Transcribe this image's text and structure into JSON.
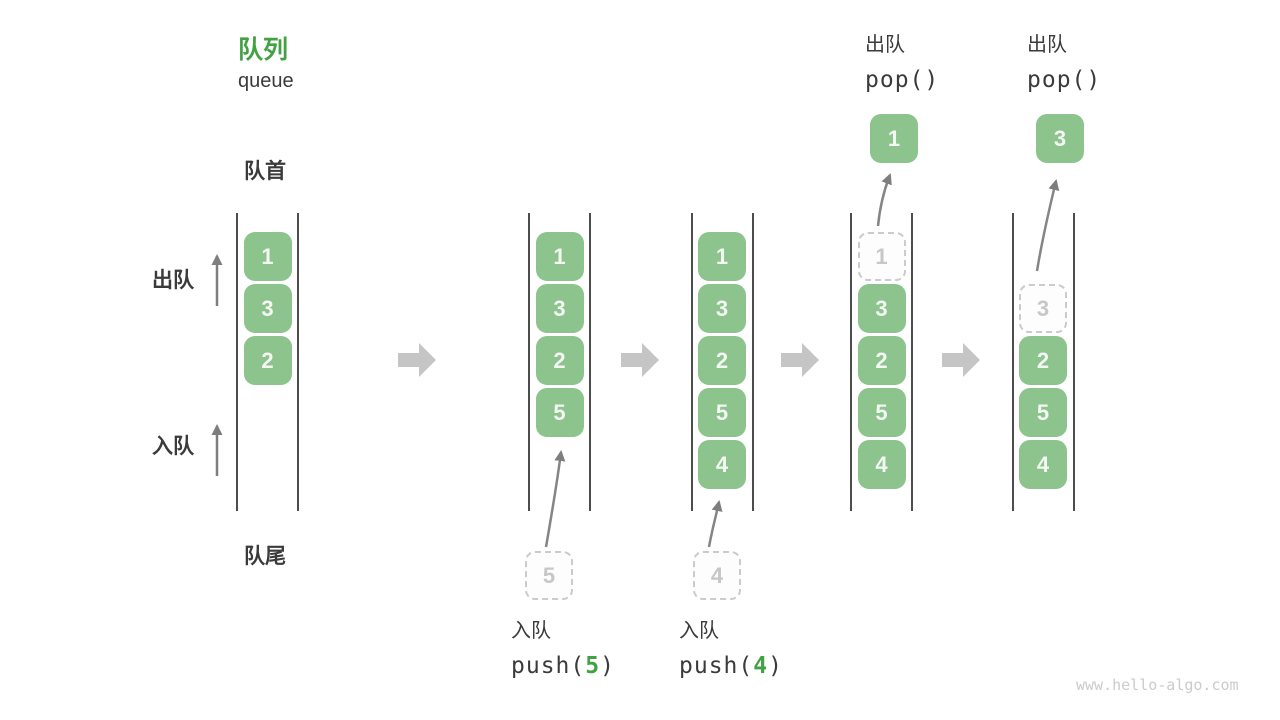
{
  "header": {
    "title": "队列",
    "subtitle": "queue"
  },
  "labels": {
    "front": "队首",
    "rear": "队尾",
    "dequeue": "出队",
    "enqueue": "入队"
  },
  "operations": {
    "push5": {
      "label": "入队",
      "code_open": "push(",
      "arg": "5",
      "code_close": ")"
    },
    "push4": {
      "label": "入队",
      "code_open": "push(",
      "arg": "4",
      "code_close": ")"
    },
    "pop1": {
      "label": "出队",
      "code": "pop()"
    },
    "pop2": {
      "label": "出队",
      "code": "pop()"
    }
  },
  "columns": [
    {
      "state": "initial",
      "slots": [
        {
          "value": "1",
          "style": "filled"
        },
        {
          "value": "3",
          "style": "filled"
        },
        {
          "value": "2",
          "style": "filled"
        },
        {
          "style": "empty"
        },
        {
          "style": "empty"
        }
      ]
    },
    {
      "state": "after-push-5",
      "slots": [
        {
          "value": "1",
          "style": "filled"
        },
        {
          "value": "3",
          "style": "filled"
        },
        {
          "value": "2",
          "style": "filled"
        },
        {
          "value": "5",
          "style": "filled"
        },
        {
          "style": "empty"
        }
      ]
    },
    {
      "state": "after-push-4",
      "slots": [
        {
          "value": "1",
          "style": "filled"
        },
        {
          "value": "3",
          "style": "filled"
        },
        {
          "value": "2",
          "style": "filled"
        },
        {
          "value": "5",
          "style": "filled"
        },
        {
          "value": "4",
          "style": "filled"
        }
      ]
    },
    {
      "state": "pop-1",
      "slots": [
        {
          "value": "1",
          "style": "dashed"
        },
        {
          "value": "3",
          "style": "filled"
        },
        {
          "value": "2",
          "style": "filled"
        },
        {
          "value": "5",
          "style": "filled"
        },
        {
          "value": "4",
          "style": "filled"
        }
      ]
    },
    {
      "state": "pop-3",
      "slots": [
        {
          "style": "empty"
        },
        {
          "value": "3",
          "style": "dashed"
        },
        {
          "value": "2",
          "style": "filled"
        },
        {
          "value": "5",
          "style": "filled"
        },
        {
          "value": "4",
          "style": "filled"
        }
      ]
    }
  ],
  "floating_boxes": [
    {
      "value": "5",
      "style": "dashed",
      "role": "staged-push-5"
    },
    {
      "value": "4",
      "style": "dashed",
      "role": "staged-push-4"
    },
    {
      "value": "1",
      "style": "filled",
      "role": "popped-1"
    },
    {
      "value": "3",
      "style": "filled",
      "role": "popped-3"
    }
  ],
  "footer": {
    "watermark": "www.hello-algo.com"
  },
  "colors": {
    "accent_green": "#42a142",
    "box_green": "#8dc38d",
    "box_text": "#f4f8f3",
    "dashed_gray": "#cbcbcb",
    "text_dark": "#3b3b3b",
    "block_arrow_gray": "#c5c5c5",
    "thin_arrow_gray": "#858585",
    "wall_gray": "#4d4d4d",
    "watermark_gray": "#cbcbcb"
  }
}
